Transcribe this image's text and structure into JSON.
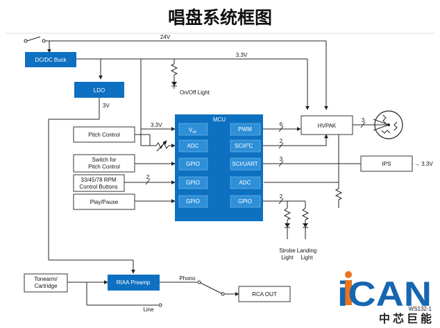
{
  "title": "唱盘系统框图",
  "rails": {
    "v24": "24V",
    "v33": "3.3V",
    "v3": "3V",
    "v33_ext": "→ 3.3V"
  },
  "blocks": {
    "dcdc": "DC/DC Buck",
    "ldo": "LDO",
    "mcu": "MCU",
    "hvpak": "HVPAK",
    "ips": "IPS",
    "riaa": "RIAA Preamp",
    "rca": "RCA OUT",
    "pitch_control": "Pitch Control",
    "switch_l1": "Switch for",
    "switch_l2": "Pitch Control",
    "rpm_l1": "33/45/78 RPM",
    "rpm_l2": "Control Buttons",
    "play": "Play/Pause",
    "tone_l1": "Tonearm/",
    "tone_l2": "Cartridge"
  },
  "mcu_pins": {
    "vdd": "V",
    "vdd_sub": "dd",
    "adc_left": "ADC",
    "gpio1": "GPIO",
    "gpio2": "GPIO",
    "gpio3": "GPIO",
    "pwm": "PWM",
    "sci_i2c_a": "SCI/I",
    "sci_i2c_sup": "2",
    "sci_i2c_b": "C",
    "sci_uart": "SCI/UART",
    "adc_right": "ADC",
    "gpio_right": "GPIO"
  },
  "bus_counts": {
    "pwm": "6",
    "motor": "3",
    "i2c": "2",
    "uart": "3",
    "rpm": "2",
    "gpio_out": "2"
  },
  "labels": {
    "pitch_33": "3.3V",
    "onoff": "On/Off Light",
    "strobe_l1": "Strobe",
    "strobe_l2": "Light",
    "landing_l1": "Landing",
    "landing_l2": "Light",
    "phono": "Phono",
    "line": "Line"
  },
  "logo": {
    "text": "iCAN",
    "cn": "中芯巨能",
    "code": "WS132-1"
  },
  "colors": {
    "accent": "#0e70c0",
    "logo": "#1666b0",
    "logo_i": "#e8741e"
  }
}
